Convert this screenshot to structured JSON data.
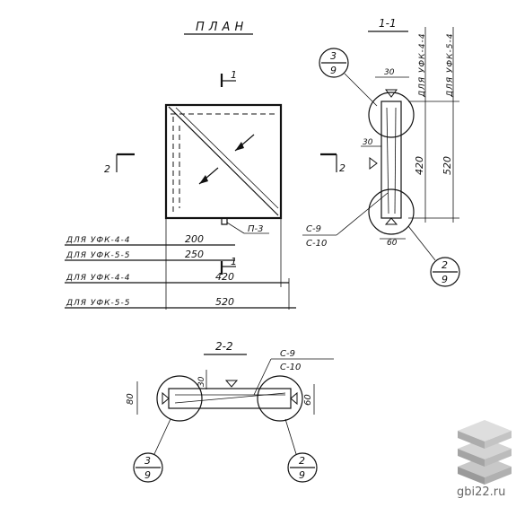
{
  "plan": {
    "title": "ПЛАН",
    "section_mark_1": "1",
    "section_mark_2": "2",
    "anchor_label": "П-3",
    "dimension_rows": [
      {
        "label": "ДЛЯ УФК-4-4",
        "value": "200"
      },
      {
        "label": "ДЛЯ УФК-5-5",
        "value": "250"
      },
      {
        "label": "ДЛЯ УФК-4-4",
        "value": "420"
      },
      {
        "label": "ДЛЯ УФК-5-5",
        "value": "520"
      }
    ]
  },
  "section_1_1": {
    "title": "1-1",
    "callout_top": {
      "num": "3",
      "den": "9"
    },
    "callout_bottom": {
      "num": "2",
      "den": "9"
    },
    "dim_30_top": "30",
    "dim_30_side": "30",
    "dim_60": "60",
    "dim_420": "420",
    "dim_520": "520",
    "label_uf44": "ДЛЯ УФК-4-4",
    "label_uf54": "ДЛЯ УФК-5-4",
    "rebar_c9": "С-9",
    "rebar_c10": "С-10"
  },
  "section_2_2": {
    "title": "2-2",
    "callout_left": {
      "num": "3",
      "den": "9"
    },
    "callout_right": {
      "num": "2",
      "den": "9"
    },
    "dim_80_left": "80",
    "dim_60_right": "60",
    "dim_30": "30",
    "rebar_c9": "С-9",
    "rebar_c10": "С-10"
  },
  "watermark": {
    "text": "gbi22.ru"
  }
}
